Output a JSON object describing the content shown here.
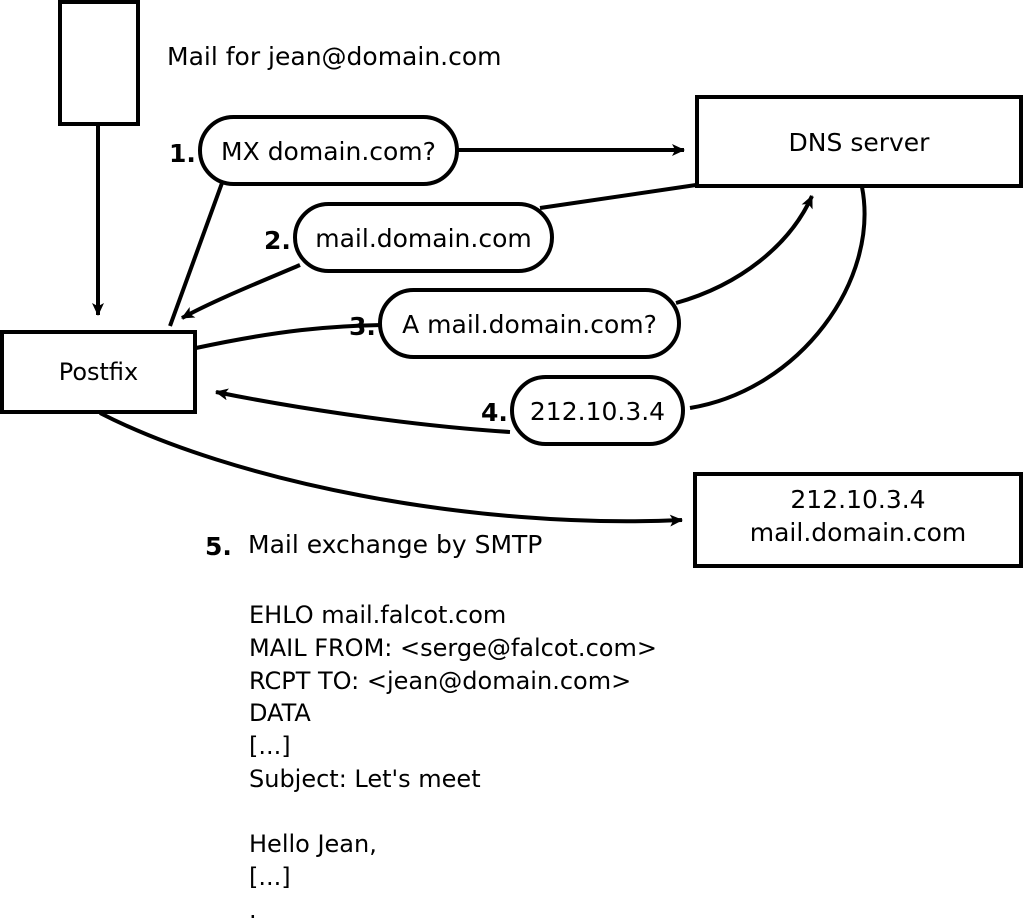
{
  "diagram": {
    "title_caption": "Mail for jean@domain.com",
    "style": {
      "stroke": "#000000",
      "fill": "#ffffff",
      "background": "#ffffff",
      "stroke_width": 4
    },
    "nodes": [
      {
        "id": "mail-client",
        "shape": "rect",
        "label": ""
      },
      {
        "id": "postfix",
        "shape": "rect",
        "label": "Postfix"
      },
      {
        "id": "dns-server",
        "shape": "rect",
        "label": "DNS server"
      },
      {
        "id": "mail-server",
        "shape": "rect",
        "label_line1": "212.10.3.4",
        "label_line2": "mail.domain.com"
      }
    ],
    "steps": [
      {
        "num": "1.",
        "label": "MX domain.com?",
        "shape": "rounded"
      },
      {
        "num": "2.",
        "label": "mail.domain.com",
        "shape": "rounded"
      },
      {
        "num": "3.",
        "label": "A mail.domain.com?",
        "shape": "rounded"
      },
      {
        "num": "4.",
        "label": "212.10.3.4",
        "shape": "rounded"
      },
      {
        "num": "5.",
        "label": "Mail exchange by SMTP",
        "shape": "text"
      }
    ],
    "smtp_transcript": [
      "EHLO mail.falcot.com",
      "MAIL FROM: <serge@falcot.com>",
      "RCPT TO: <jean@domain.com>",
      "DATA",
      "[...]",
      "Subject: Let's meet",
      "",
      "Hello Jean,",
      "[...]",
      "."
    ],
    "smtp_transcript_text": "EHLO mail.falcot.com\nMAIL FROM: <serge@falcot.com>\nRCPT TO: <jean@domain.com>\nDATA\n[...]\nSubject: Let's meet\n\nHello Jean,\n[...]\n."
  }
}
